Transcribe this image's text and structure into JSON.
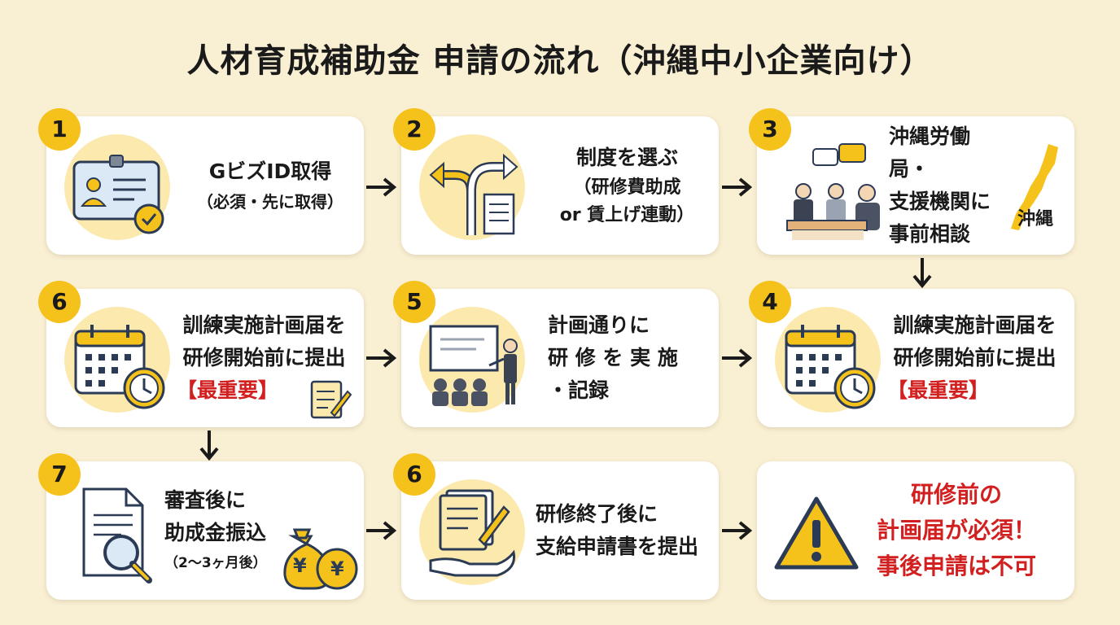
{
  "title": "人材育成補助金 申請の流れ（沖縄中小企業向け）",
  "steps": [
    {
      "badge": "1",
      "line1": "GビズID取得",
      "line2": "（必須・先に取得）"
    },
    {
      "badge": "2",
      "line1": "制度を選ぶ",
      "line2": "（研修費助成",
      "line3": "or 賃上げ連動）"
    },
    {
      "badge": "3",
      "line1": "沖縄労働局・",
      "line2": "支援機関に",
      "line3": "事前相談",
      "map_label": "沖縄"
    },
    {
      "badge": "6",
      "line1": "訓練実施計画届を",
      "line2": "研修開始前に提出",
      "line3": "【最重要】"
    },
    {
      "badge": "5",
      "line1": "計画通りに",
      "line2": "研 修 を 実 施",
      "line3": "・記録"
    },
    {
      "badge": "4",
      "line1": "訓練実施計画届を",
      "line2": "研修開始前に提出",
      "line3": "【最重要】"
    },
    {
      "badge": "7",
      "line1": "審査後に",
      "line2": "助成金振込",
      "line3": "（2〜3ヶ月後）",
      "yen": "¥"
    },
    {
      "badge": "6",
      "line1": "研修終了後に",
      "line2": "支給申請書を提出"
    }
  ],
  "warning": {
    "line1": "研修前の",
    "line2": "計画届が必須！",
    "line3": "事後申請は不可"
  },
  "colors": {
    "background": "#f9efd3",
    "badge": "#f5c21b",
    "accent_red": "#d21f1f",
    "icon_bg": "#fbe9ae"
  },
  "icons": [
    "id-card-icon",
    "fork-arrow-icon",
    "consultation-icon",
    "calendar-clock-icon",
    "presentation-icon",
    "money-bag-icon",
    "hand-document-icon",
    "warning-icon",
    "okinawa-map-icon"
  ]
}
